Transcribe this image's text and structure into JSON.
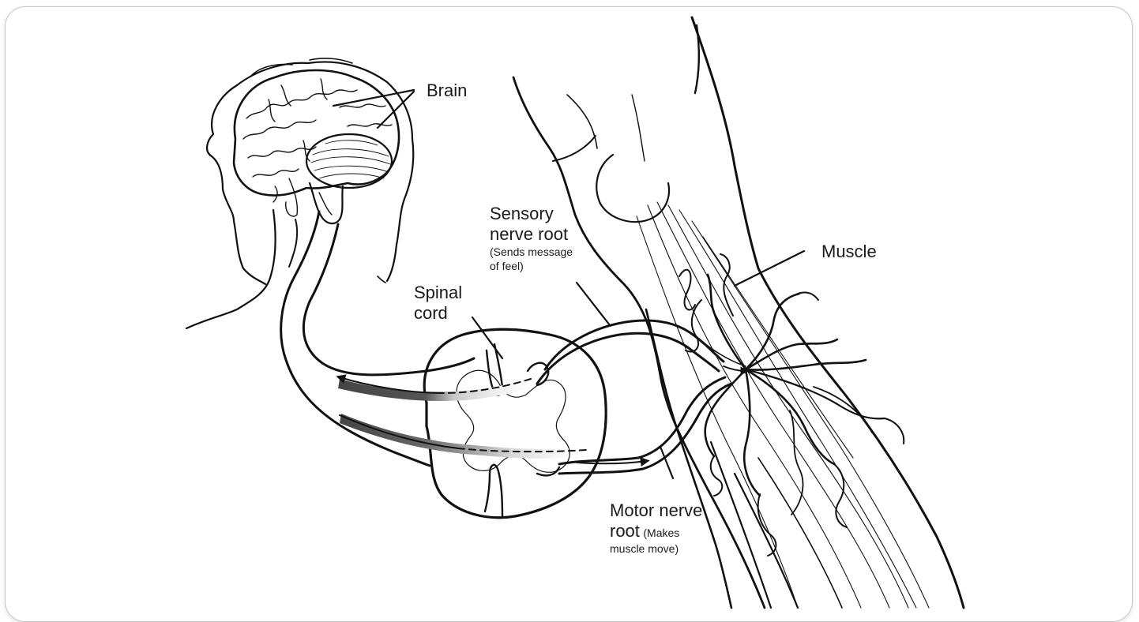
{
  "labels": {
    "brain": "Brain",
    "muscle": "Muscle",
    "sensory_line1": "Sensory",
    "sensory_line2": "nerve root",
    "sensory_note_line1": "(Sends message",
    "sensory_note_line2": "of feel)",
    "spinal_line1": "Spinal",
    "spinal_line2": "cord",
    "motor_line1": "Motor nerve",
    "motor_line2_main": "root",
    "motor_note_line1": "(Makes",
    "motor_note_line2": "muscle move)"
  },
  "colors": {
    "ink": "#111111",
    "frame_border": "#c8c8c8",
    "signal_gray": "#9a9a9a"
  }
}
